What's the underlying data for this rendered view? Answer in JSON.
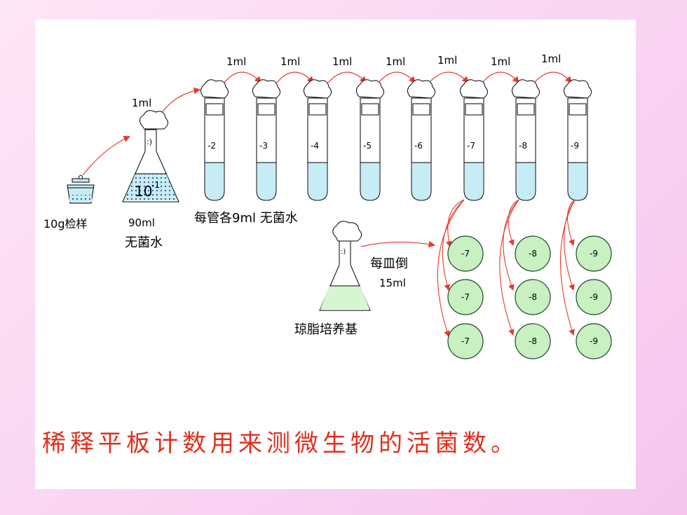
{
  "transfer_labels": {
    "sample_to_flask": "1ml",
    "tube_steps": [
      "1ml",
      "1ml",
      "1ml",
      "1ml",
      "1ml",
      "1ml",
      "1ml"
    ]
  },
  "sample": {
    "label": "10g检样"
  },
  "flask": {
    "volume": "90ml",
    "water": "无菌水",
    "dilution_base": "10",
    "dilution_exp": "-1"
  },
  "tubes": {
    "dilutions": [
      "-2",
      "-3",
      "-4",
      "-5",
      "-6",
      "-7",
      "-8",
      "-9"
    ],
    "description": "每管各9ml 无菌水"
  },
  "agar": {
    "pour_line1": "每皿倒",
    "pour_line2": "15ml",
    "label": "琼脂培养基"
  },
  "plates": {
    "col1": [
      "-7",
      "-7",
      "-7"
    ],
    "col2": [
      "-8",
      "-8",
      "-8"
    ],
    "col3": [
      "-9",
      "-9",
      "-9"
    ]
  },
  "caption": "稀释平板计数用来测微生物的活菌数。",
  "colors": {
    "arrow": "#e8392a",
    "liquid": "#c6ecf6",
    "plate": "#c8f0c0",
    "agar": "#d6f6d2",
    "caption": "#e0301e"
  }
}
